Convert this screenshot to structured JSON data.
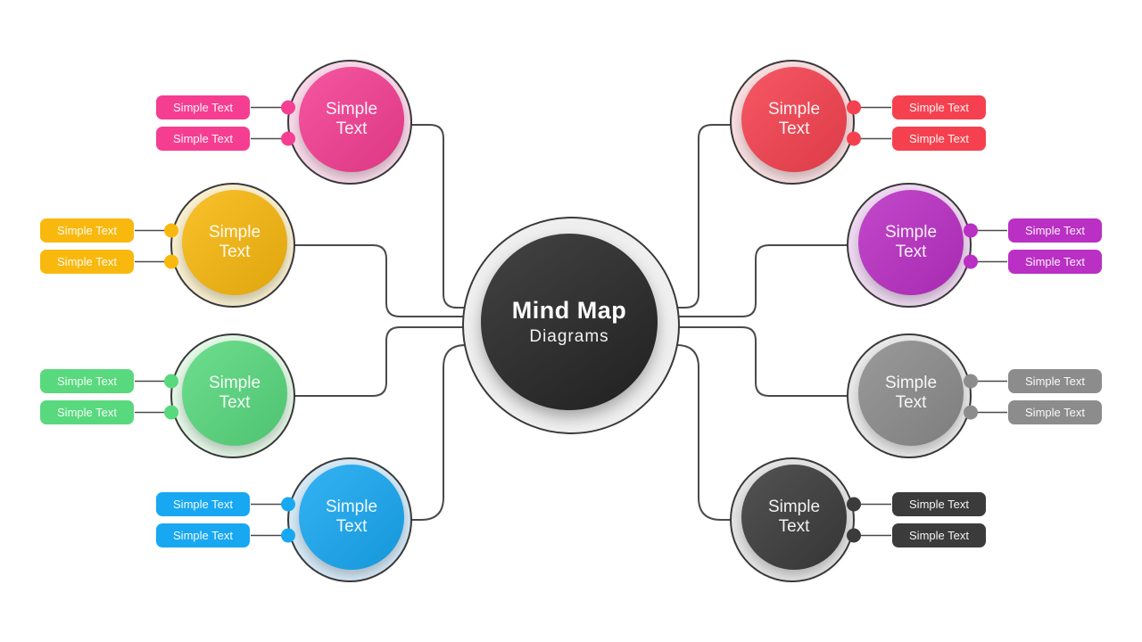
{
  "center": {
    "title": "Mind Map",
    "subtitle": "Diagrams",
    "color": "#2e2e2e",
    "ring_color": "#efefef"
  },
  "connector_color": "#4a4a4a",
  "outline_color": "#3a3a3a",
  "nodes": [
    {
      "id": "pink",
      "position": "top-left",
      "title": "Simple Text",
      "color": "#f53e92",
      "ring": "#f9d9e9",
      "labels": [
        "Simple Text",
        "Simple Text"
      ]
    },
    {
      "id": "yellow",
      "position": "middle-left-upper",
      "title": "Simple Text",
      "color": "#f8b80e",
      "ring": "#faf0d0",
      "labels": [
        "Simple Text",
        "Simple Text"
      ]
    },
    {
      "id": "green",
      "position": "middle-left-lower",
      "title": "Simple Text",
      "color": "#58d97e",
      "ring": "#e4f8e7",
      "labels": [
        "Simple Text",
        "Simple Text"
      ]
    },
    {
      "id": "blue",
      "position": "bottom-left",
      "title": "Simple Text",
      "color": "#18a8f2",
      "ring": "#d5e9f7",
      "labels": [
        "Simple Text",
        "Simple Text"
      ]
    },
    {
      "id": "red",
      "position": "top-right",
      "title": "Simple Text",
      "color": "#f5414f",
      "ring": "#f9dee0",
      "labels": [
        "Simple Text",
        "Simple Text"
      ]
    },
    {
      "id": "purple",
      "position": "middle-right-upper",
      "title": "Simple Text",
      "color": "#ba2fc4",
      "ring": "#efd9f2",
      "labels": [
        "Simple Text",
        "Simple Text"
      ]
    },
    {
      "id": "gray",
      "position": "middle-right-lower",
      "title": "Simple Text",
      "color": "#8c8c8c",
      "ring": "#e9e9e9",
      "labels": [
        "Simple Text",
        "Simple Text"
      ]
    },
    {
      "id": "dark",
      "position": "bottom-right",
      "title": "Simple Text",
      "color": "#3b3b3b",
      "ring": "#e4e4e4",
      "labels": [
        "Simple Text",
        "Simple Text"
      ]
    }
  ]
}
